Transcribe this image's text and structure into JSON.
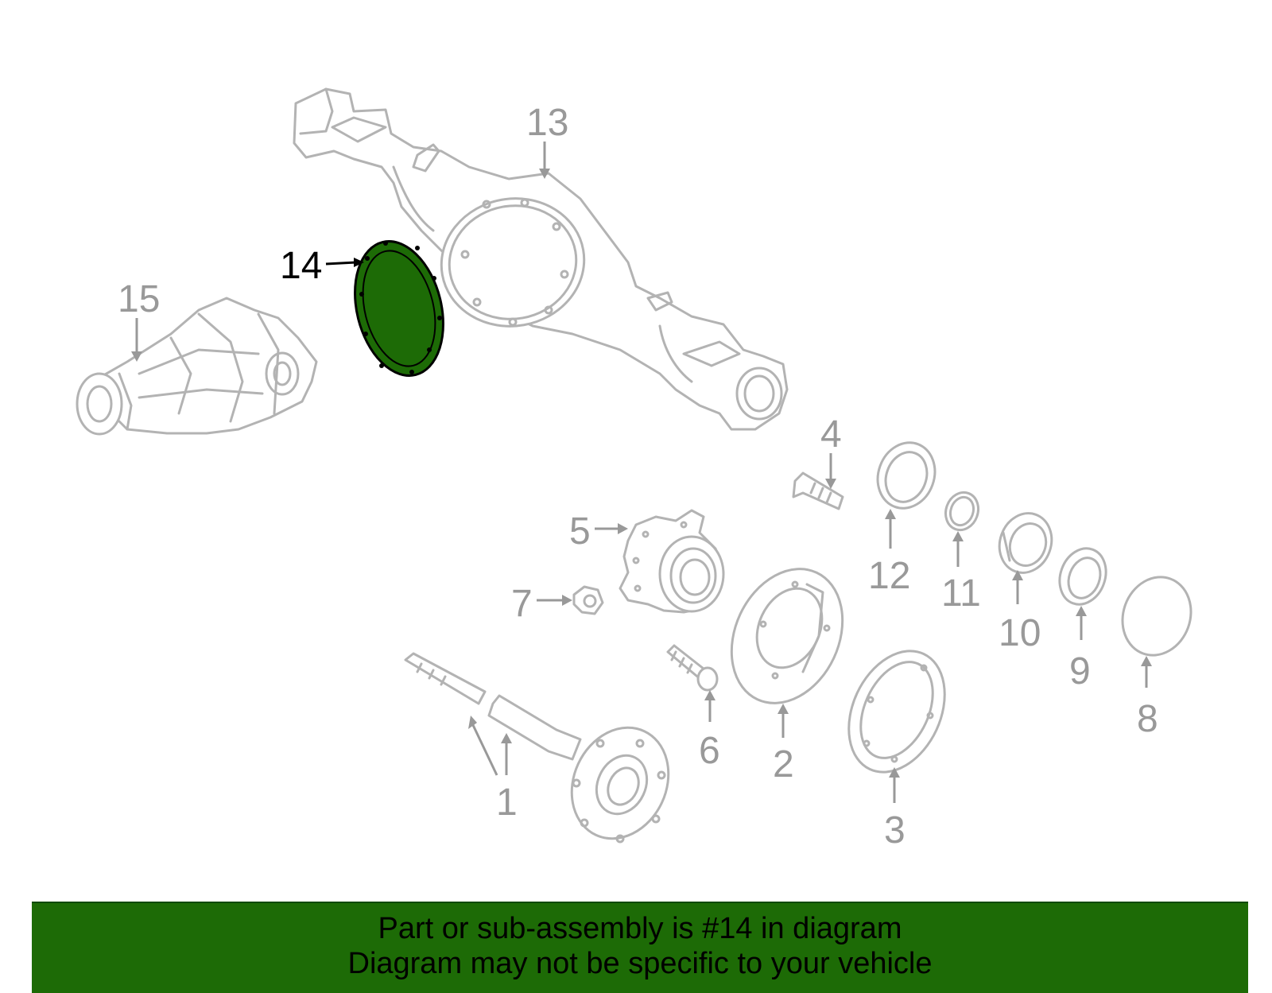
{
  "callouts": {
    "c1": "1",
    "c2": "2",
    "c3": "3",
    "c4": "4",
    "c5": "5",
    "c6": "6",
    "c7": "7",
    "c8": "8",
    "c9": "9",
    "c10": "10",
    "c11": "11",
    "c12": "12",
    "c13": "13",
    "c14": "14",
    "c15": "15"
  },
  "highlighted_part": "14",
  "colors": {
    "highlight": "#1d6b06",
    "part_stroke": "#b3b3b3",
    "label_gray": "#999999",
    "banner": "#1d6b06"
  },
  "banner": {
    "line1": "Part or sub-assembly is #14 in diagram",
    "line2": "Diagram may not be specific to your vehicle"
  }
}
